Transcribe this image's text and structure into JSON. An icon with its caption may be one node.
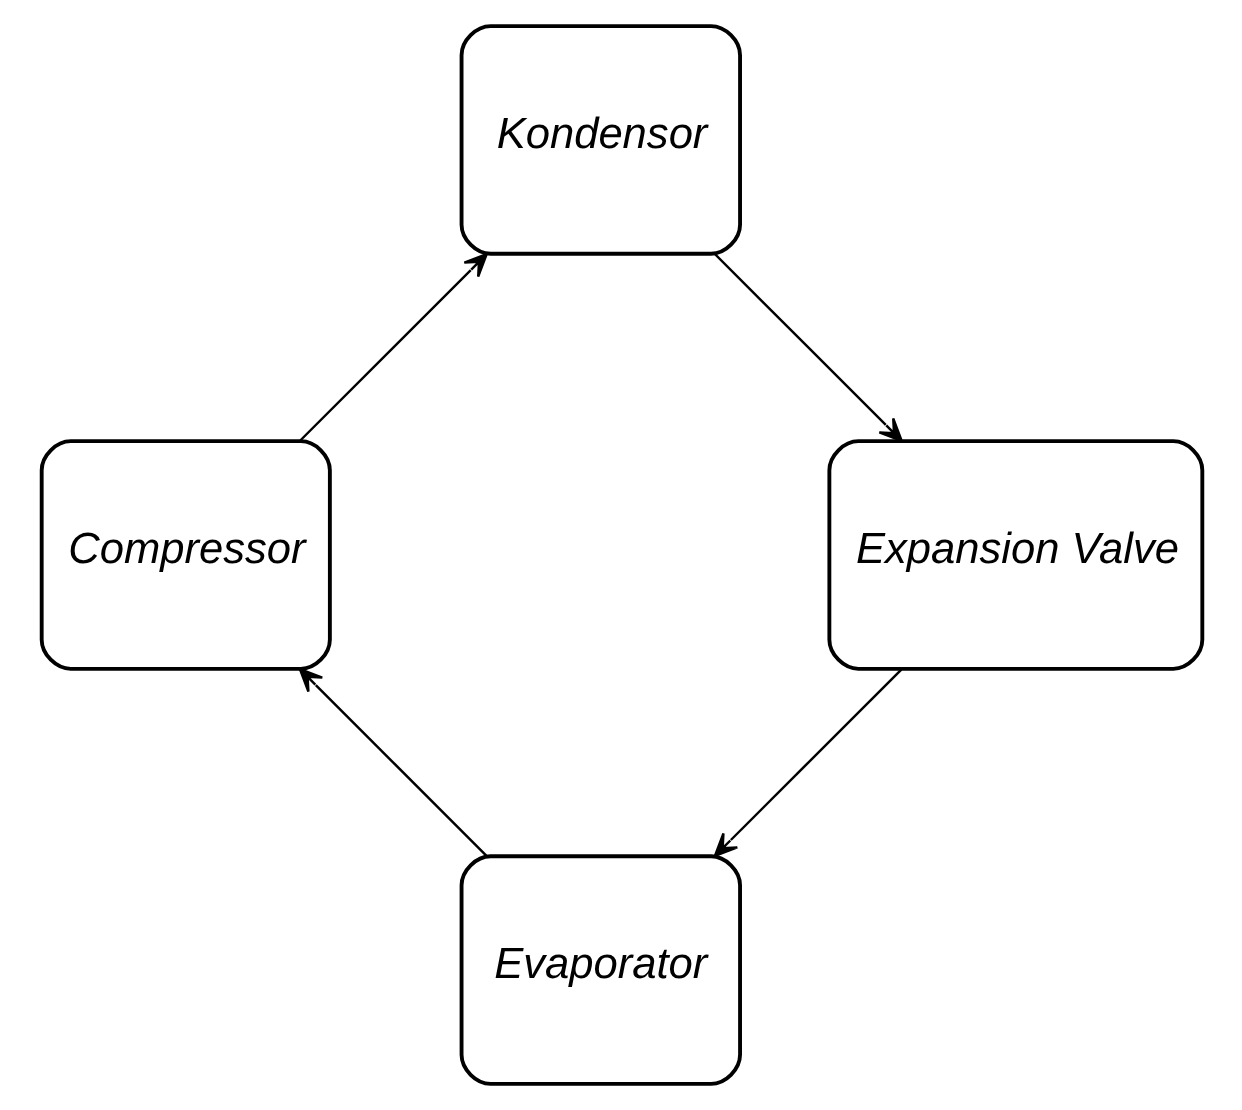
{
  "diagram": {
    "nodes": [
      {
        "text": [
          "Evaporator"
        ]
      },
      {
        "text": [
          "Compressor"
        ]
      },
      {
        "text": [
          "Kondensor"
        ]
      },
      {
        "text": [
          "Expansion Valve"
        ]
      }
    ],
    "edges": [
      {
        "from": 0,
        "to": 1,
        "arrow": "to"
      },
      {
        "from": 1,
        "to": 2,
        "arrow": "to"
      },
      {
        "from": 2,
        "to": 3,
        "arrow": "to"
      },
      {
        "from": 3,
        "to": 0,
        "arrow": "to"
      }
    ]
  }
}
